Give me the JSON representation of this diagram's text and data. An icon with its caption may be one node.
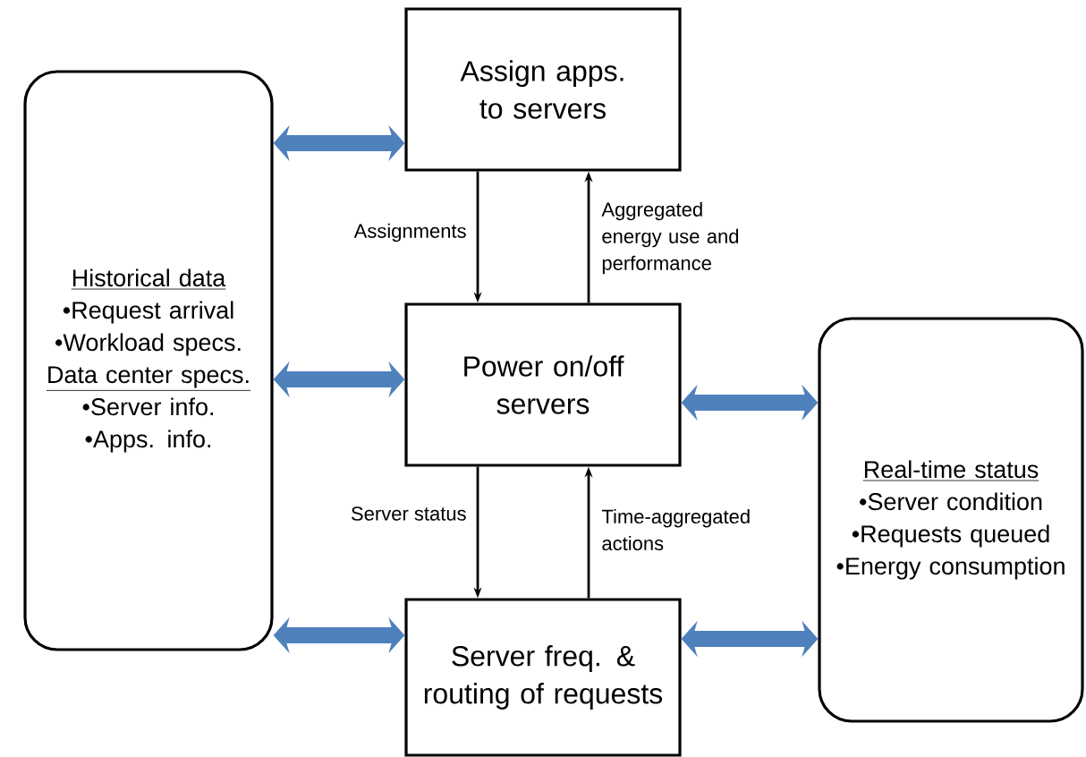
{
  "diagram": {
    "nodes": [
      {
        "text": [
          "Historical data",
          "•Request arrival",
          "•Workload specs.",
          "Data center specs.",
          "•Server info.",
          "•Apps. info."
        ]
      },
      {
        "text": [
          "Assign apps. to servers"
        ]
      },
      {
        "text": [
          "Power on/off servers"
        ]
      },
      {
        "text": [
          "Server freq. & routing of requests"
        ]
      },
      {
        "text": [
          "Real-time status",
          "•Server condition",
          "•Requests queued",
          "•Energy consumption"
        ]
      }
    ],
    "edges": [
      {
        "from": 0,
        "to": 1,
        "arrow": "both"
      },
      {
        "from": 0,
        "to": 2,
        "arrow": "both"
      },
      {
        "from": 0,
        "to": 3,
        "arrow": "both"
      },
      {
        "from": 1,
        "to": 2,
        "arrow": "to",
        "label": "Assignments",
        "color": "#000000"
      },
      {
        "from": 2,
        "to": 1,
        "arrow": "to",
        "label": "Aggregated energy use and performance",
        "color": "#000000"
      },
      {
        "from": 2,
        "to": 4,
        "arrow": "both"
      },
      {
        "from": 2,
        "to": 3,
        "arrow": "to",
        "label": "Server status",
        "color": "#000000"
      },
      {
        "from": 3,
        "to": 2,
        "arrow": "to",
        "label": "Time-aggregated actions",
        "color": "#000000"
      },
      {
        "from": 3,
        "to": 4,
        "arrow": "both"
      }
    ]
  }
}
